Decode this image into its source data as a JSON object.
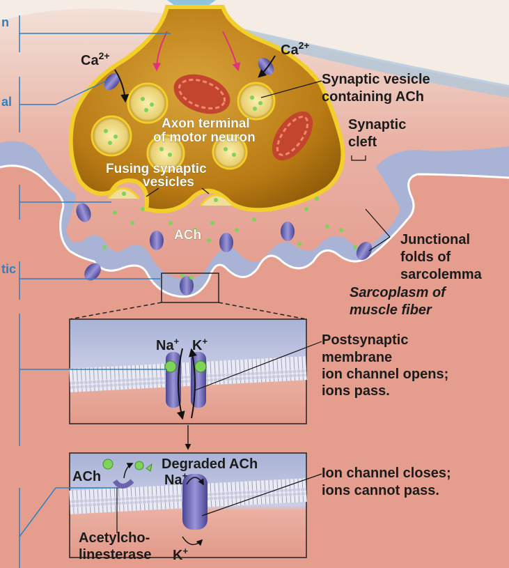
{
  "labels": {
    "ca_left": "Ca",
    "ca_left_sup": "2+",
    "ca_right": "Ca",
    "ca_right_sup": "2+",
    "synaptic_vesicle_1": "Synaptic vesicle",
    "synaptic_vesicle_2": "containing ACh",
    "synaptic_cleft_1": "Synaptic",
    "synaptic_cleft_2": "cleft",
    "axon_terminal_1": "Axon terminal",
    "axon_terminal_2": "of motor neuron",
    "fusing_1": "Fusing synaptic",
    "fusing_2": "vesicles",
    "ach_cleft": "ACh",
    "junctional_1": "Junctional",
    "junctional_2": "folds of",
    "junctional_3": "sarcolemma",
    "sarcoplasm_1": "Sarcoplasm of",
    "sarcoplasm_2": "muscle fiber",
    "na_top": "Na",
    "k_top": "K",
    "plus": "+",
    "postsynaptic_1": "Postsynaptic",
    "postsynaptic_2": "membrane",
    "postsynaptic_3": "ion channel opens;",
    "postsynaptic_4": "ions pass.",
    "ach_bottom": "ACh",
    "degraded": "Degraded ACh",
    "na_bottom": "Na",
    "k_bottom": "K",
    "ion_closes_1": "Ion channel closes;",
    "ion_closes_2": "ions cannot pass.",
    "acetylcho_1": "Acetylcho-",
    "acetylcho_2": "linesterase",
    "edge_1": "n",
    "edge_2": "al",
    "edge_3": "tic"
  },
  "colors": {
    "terminal_fill": "#c8901e",
    "terminal_border": "#f2cf2a",
    "cleft_fill": "#a9b3d6",
    "muscle": "#e8a79a",
    "receptor": "#6a64ad",
    "ach": "#7fd35a",
    "pointer_blue": "#2f7fc1"
  }
}
